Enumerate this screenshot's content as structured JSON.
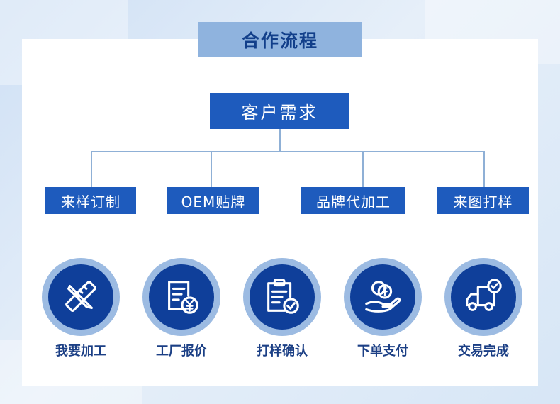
{
  "title": "合作流程",
  "root": "客户需求",
  "branches": [
    "来样订制",
    "OEM贴牌",
    "品牌代加工",
    "来图打样"
  ],
  "steps": [
    {
      "label": "我要加工",
      "icon": "pencil-ruler-icon"
    },
    {
      "label": "工厂报价",
      "icon": "invoice-yen-icon"
    },
    {
      "label": "打样确认",
      "icon": "clipboard-check-icon"
    },
    {
      "label": "下单支付",
      "icon": "hand-coin-payment-icon"
    },
    {
      "label": "交易完成",
      "icon": "delivery-truck-check-icon"
    }
  ],
  "colors": {
    "primary_blue": "#1e5bbd",
    "dark_blue": "#0f3f9a",
    "light_blue": "#8fb3de",
    "connector": "#8fb0d6"
  }
}
